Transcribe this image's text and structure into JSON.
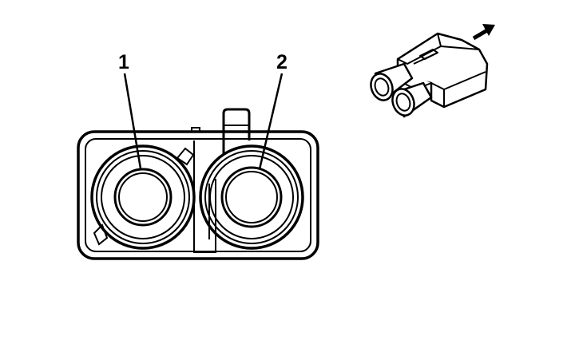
{
  "callouts": [
    {
      "id": "1",
      "text": "1"
    },
    {
      "id": "2",
      "text": "2"
    }
  ],
  "colors": {
    "line": "#000000",
    "background": "#ffffff"
  },
  "icons": {
    "direction": "arrow-up-right-icon",
    "connector": "connector-iso-view-icon"
  }
}
